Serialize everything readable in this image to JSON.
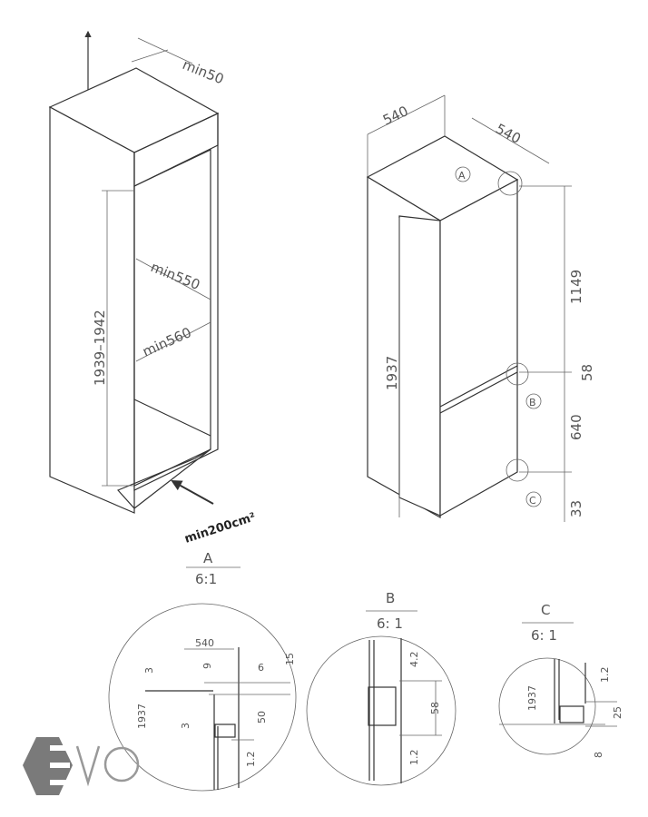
{
  "cabinet": {
    "top_gap": "min50",
    "height": "1939–1942",
    "depth_inner": "min550",
    "width_inner": "min560",
    "vent": "min200cm²"
  },
  "fridge": {
    "width": "540",
    "depth": "540",
    "height": "1937",
    "upper_door": "1149",
    "gap": "58",
    "lower_door": "640",
    "bottom": "33",
    "marker_a": "A",
    "marker_b": "B",
    "marker_c": "C"
  },
  "detail_a": {
    "label": "A",
    "scale": "6:1",
    "dims": [
      "540",
      "3",
      "9",
      "6",
      "15",
      "1937",
      "3",
      "50",
      "1.2"
    ]
  },
  "detail_b": {
    "label": "B",
    "scale": "6: 1",
    "dims": [
      "4.2",
      "58",
      "1.2"
    ]
  },
  "detail_c": {
    "label": "C",
    "scale": "6: 1",
    "dims": [
      "1937",
      "1.2",
      "25",
      "8"
    ]
  },
  "logo": {
    "text": "EVO",
    "color": "#7a7a7a"
  }
}
